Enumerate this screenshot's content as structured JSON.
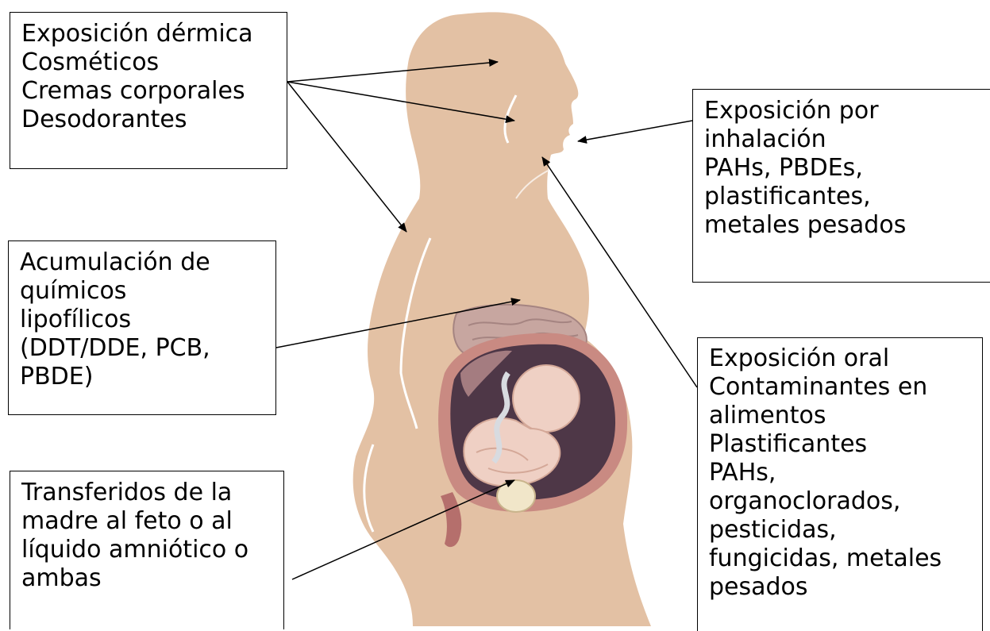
{
  "boxes": {
    "dermal": [
      "Exposición dérmica",
      "Cosméticos",
      "Cremas corporales",
      "Desodorantes"
    ],
    "inhalation": [
      "Exposición por",
      "inhalación",
      "PAHs, PBDEs,",
      "plastificantes,",
      "metales pesados"
    ],
    "lipophilic": [
      "Acumulación de",
      "químicos",
      "lipofílicos",
      "(DDT/DDE, PCB,",
      "PBDE)"
    ],
    "transfer": [
      "Transferidos de la",
      "madre al feto o al",
      "líquido amniótico o",
      "ambas"
    ],
    "oral": [
      "Exposición oral",
      "Contaminantes en",
      "alimentos",
      "Plastificantes",
      "PAHs,",
      "organoclorados,",
      "pesticidas,",
      "fungicidas, metales",
      "pesados"
    ]
  },
  "colors": {
    "silhouette": "#e3c1a4",
    "uterus_wall": "#c98a82",
    "amniotic": "#4e3747",
    "fetus": "#efd0c4",
    "placenta": "#a47c80",
    "bladder": "#f1e6c9",
    "arrow": "#000000"
  }
}
